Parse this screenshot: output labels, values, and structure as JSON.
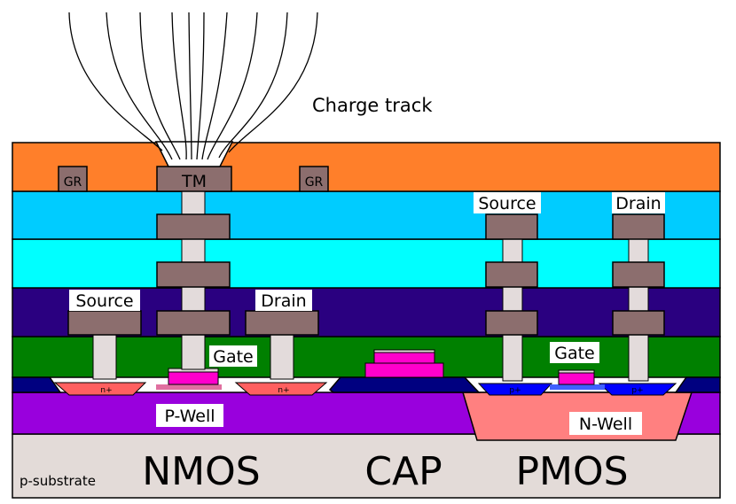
{
  "labels": {
    "charge_track": "Charge track",
    "gr_left": "GR",
    "gr_right": "GR",
    "tm": "TM",
    "nmos_source": "Source",
    "nmos_drain": "Drain",
    "nmos_gate": "Gate",
    "pmos_source": "Source",
    "pmos_drain": "Drain",
    "pmos_gate": "Gate",
    "n_plus_left": "n+",
    "n_plus_right": "n+",
    "p_plus_left": "p+",
    "p_plus_right": "p+",
    "p_well": "P-Well",
    "n_well": "N-Well",
    "p_substrate": "p-substrate",
    "nmos": "NMOS",
    "cap": "CAP",
    "pmos": "PMOS"
  },
  "colors": {
    "top_layer": "#ff7f2a",
    "metal": "#8c6e6e",
    "via": "#e3dbdb",
    "layer_sky": "#00ccff",
    "layer_cyan": "#00ffff",
    "layer_indigo": "#2a0080",
    "layer_green": "#008000",
    "field_oxide": "#000080",
    "p_well": "#9900dd",
    "n_well": "#ff8080",
    "substrate": "#e3dbd8",
    "gate": "#ff00cc",
    "n_diffusion": "#ff6060",
    "p_diffusion": "#0000ff"
  }
}
